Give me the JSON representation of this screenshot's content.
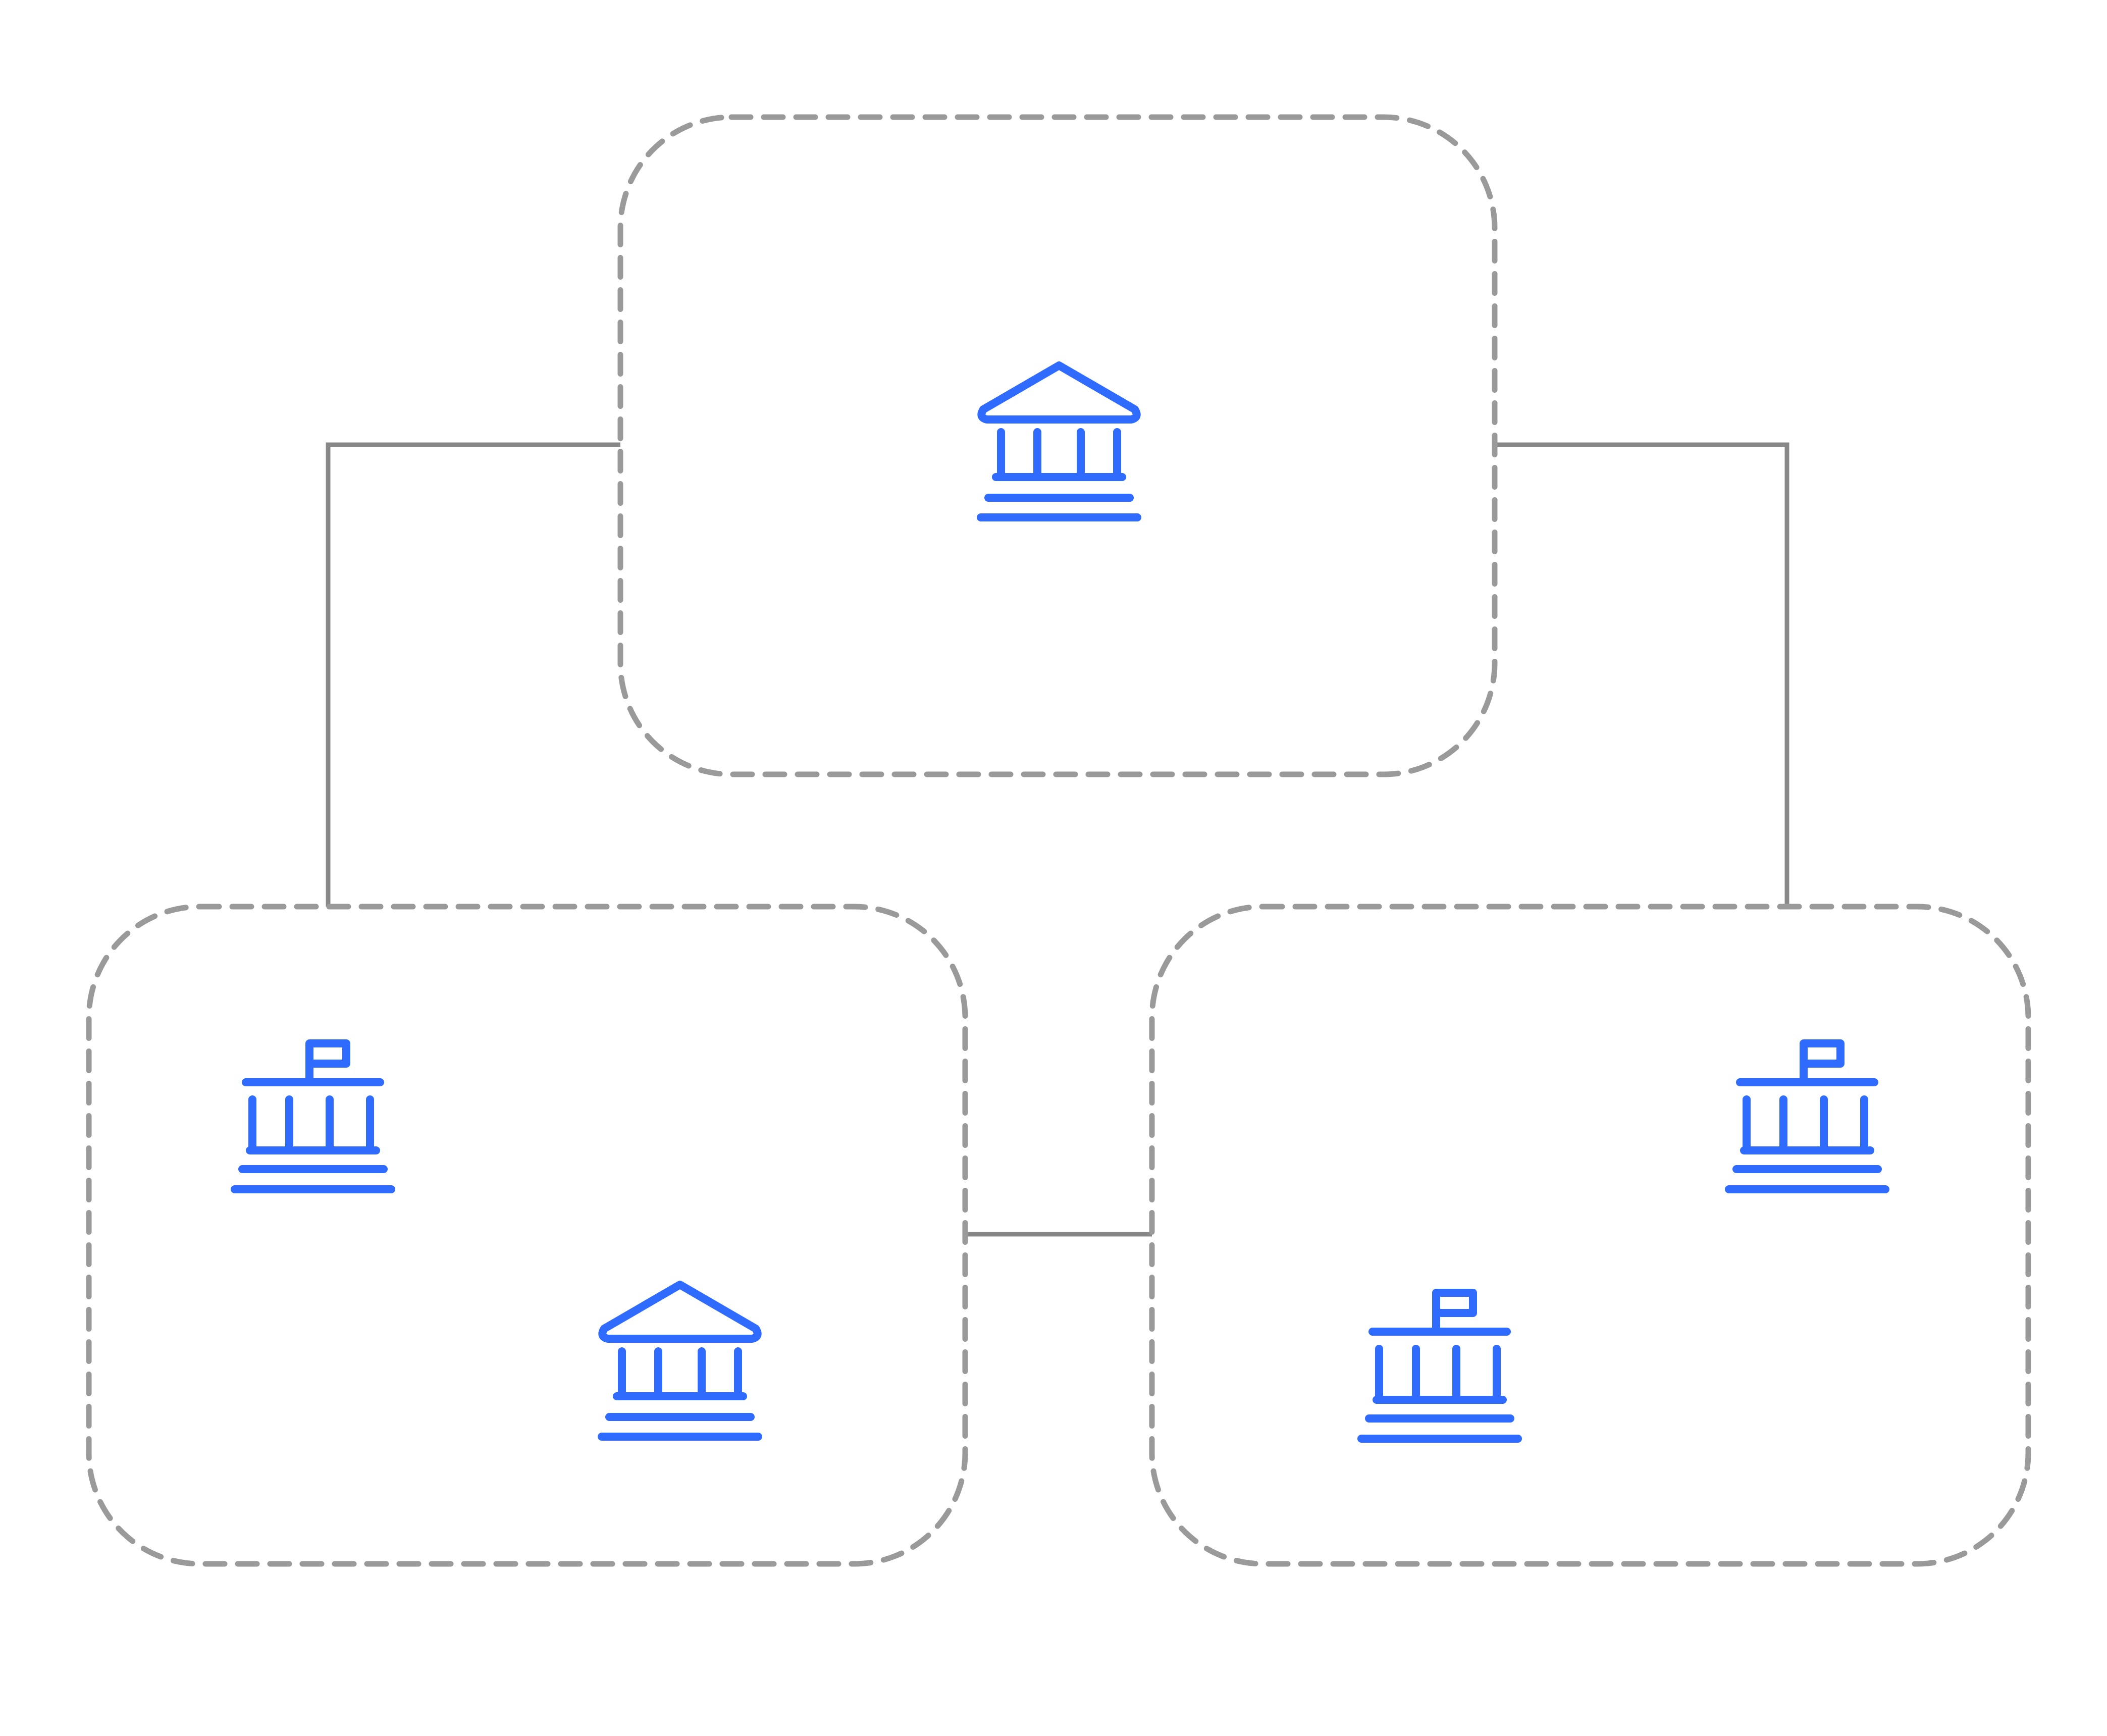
{
  "colors": {
    "icon": "#2f6bff",
    "connector": "#888888",
    "group_border": "#9a9a9a",
    "background": "#ffffff"
  },
  "groups": [
    {
      "id": "top",
      "icons": [
        "bank-icon"
      ]
    },
    {
      "id": "bottom-left",
      "icons": [
        "government-building-icon",
        "bank-icon"
      ]
    },
    {
      "id": "bottom-right",
      "icons": [
        "government-building-icon",
        "government-building-icon"
      ]
    }
  ],
  "connections": [
    {
      "from": "top",
      "to": "bottom-left"
    },
    {
      "from": "top",
      "to": "bottom-right"
    },
    {
      "from": "bottom-left",
      "to": "bottom-right"
    }
  ]
}
